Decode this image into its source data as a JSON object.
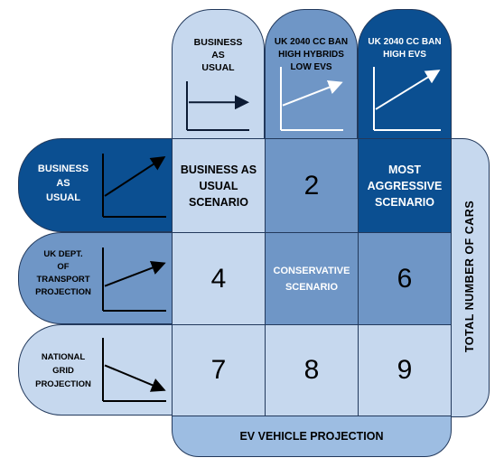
{
  "columns": [
    {
      "label_lines": [
        "BUSINESS",
        "AS",
        "USUAL"
      ],
      "trend": "flat"
    },
    {
      "label_lines": [
        "UK 2040 CC BAN",
        "HIGH HYBRIDS",
        "LOW EVs"
      ],
      "trend": "up-gentle"
    },
    {
      "label_lines": [
        "UK 2040 CC BAN",
        "HIGH EVs"
      ],
      "trend": "up-steep"
    }
  ],
  "rows": [
    {
      "label_lines": [
        "BUSINESS",
        "AS",
        "USUAL"
      ],
      "trend": "up-steep"
    },
    {
      "label_lines": [
        "UK DEPT.",
        "OF",
        "TRANSPORT",
        "PROJECTION"
      ],
      "trend": "up-gentle"
    },
    {
      "label_lines": [
        "NATIONAL",
        "GRID",
        "PROJECTION"
      ],
      "trend": "down"
    }
  ],
  "grid": {
    "r1c1": "BUSINESS AS USUAL SCENARIO",
    "r1c2": "2",
    "r1c3": "MOST AGGRESSIVE SCENARIO",
    "r2c1": "4",
    "r2c2": "CONSERVATIVE SCENARIO",
    "r2c3": "6",
    "r3c1": "7",
    "r3c2": "8",
    "r3c3": "9"
  },
  "axes": {
    "bottom": "EV VEHICLE PROJECTION",
    "right": "TOTAL NUMBER OF CARS"
  },
  "colors": {
    "light": "#c6d8ee",
    "mid": "#6f96c6",
    "dark": "#0b4f91",
    "outline": "#22395c"
  }
}
